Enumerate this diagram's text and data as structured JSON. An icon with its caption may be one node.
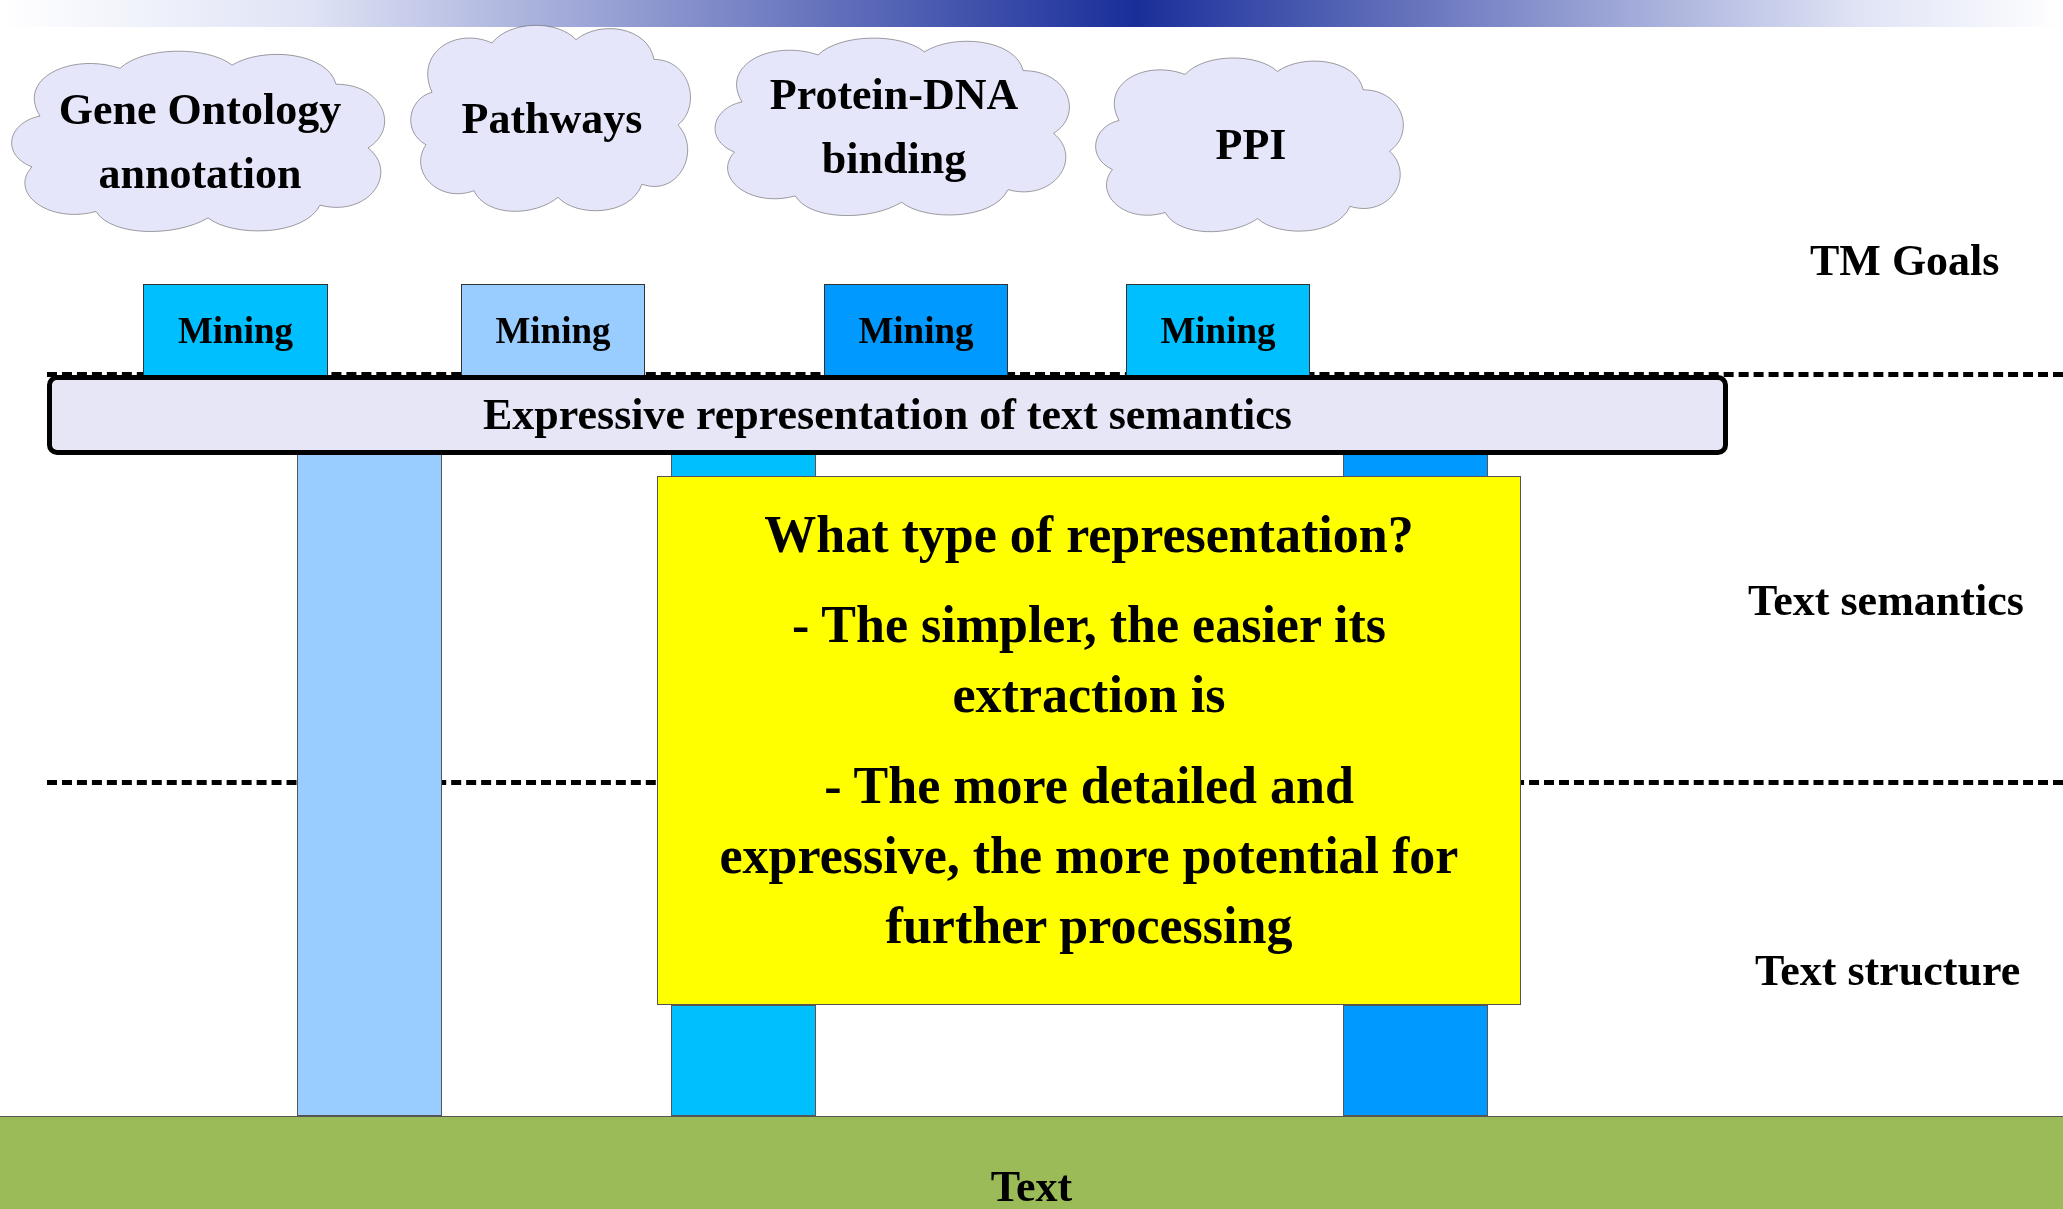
{
  "diagram": {
    "nodes": [
      {
        "text": [
          "Gene Ontology annotation"
        ]
      },
      {
        "text": [
          "Pathways"
        ]
      },
      {
        "text": [
          "Protein-DNA binding"
        ]
      },
      {
        "text": [
          "PPI"
        ]
      },
      {
        "text": [
          "Mining"
        ]
      },
      {
        "text": [
          "Mining"
        ]
      },
      {
        "text": [
          "Mining"
        ]
      },
      {
        "text": [
          "Mining"
        ]
      },
      {
        "text": [
          "Expressive representation of text semantics"
        ]
      },
      {
        "text": [],
        "shape": "bar"
      },
      {
        "text": [],
        "shape": "bar"
      },
      {
        "text": [],
        "shape": "bar"
      },
      {
        "text": [],
        "shape": "bar"
      },
      {
        "text": [],
        "shape": "bar"
      },
      {
        "text": [
          "What type of representation?",
          "- The simpler, the easier its extraction is",
          "- The more detailed and expressive, the more potential for further processing"
        ]
      },
      {
        "text": [
          "Text"
        ]
      }
    ],
    "edges": [],
    "labels": [
      "TM Goals",
      "Text semantics",
      "Text structure"
    ]
  }
}
